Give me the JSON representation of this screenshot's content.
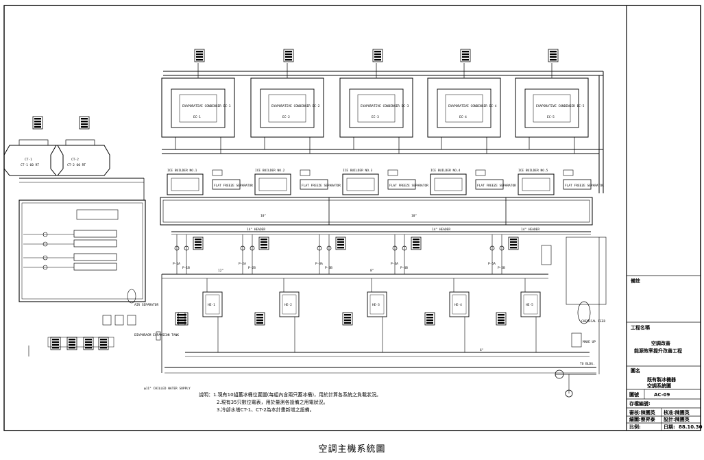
{
  "caption": "空調主機系統圖",
  "condensers": [
    {
      "name": "EVAPORATIVE CONDENSER EC-1",
      "tag": "EC-1"
    },
    {
      "name": "EVAPORATIVE CONDENSER EC-2",
      "tag": "EC-2"
    },
    {
      "name": "EVAPORATIVE CONDENSER EC-3",
      "tag": "EC-3"
    },
    {
      "name": "EVAPORATIVE CONDENSER EC-4",
      "tag": "EC-4"
    },
    {
      "name": "EVAPORATIVE CONDENSER EC-5",
      "tag": "EC-5"
    }
  ],
  "ice_builders": [
    {
      "name": "ICE BUILDER NO.1",
      "sep": "FLAT FREEZE SEPARATOR"
    },
    {
      "name": "ICE BUILDER NO.2",
      "sep": "FLAT FREEZE SEPARATOR"
    },
    {
      "name": "ICE BUILDER NO.3",
      "sep": "FLAT FREEZE SEPARATOR"
    },
    {
      "name": "ICE BUILDER NO.4",
      "sep": "FLAT FREEZE SEPARATOR"
    },
    {
      "name": "ICE BUILDER NO.5",
      "sep": "FLAT FREEZE SEPARATOR"
    }
  ],
  "heat_exchangers": [
    "HE-1",
    "HE-2",
    "HE-3",
    "HE-4",
    "HE-5"
  ],
  "cooling_towers": [
    {
      "tag": "CT-1",
      "spec": "CT-1 60 RT"
    },
    {
      "tag": "CT-2",
      "spec": "CT-2 60 RT"
    }
  ],
  "pump_labels": [
    "P-1A",
    "P-1B",
    "P-2A",
    "P-2B",
    "P-3A",
    "P-3B",
    "P-4A",
    "P-4B",
    "P-5A",
    "P-5B"
  ],
  "pipe_labels": {
    "header_left": "14\" HEADER",
    "header_mid": "14\" HEADER",
    "header_right": "14\" HEADER",
    "dn1": "10\"",
    "dn2": "10\"",
    "dn3": "12\"",
    "dn4": "8\"",
    "dn5": "6\""
  },
  "misc_labels": {
    "expansion_tank": "DIAPHRAGM EXPANSION TANK",
    "air_separator": "AIR SEPARATOR",
    "chem_feed": "CHEMICAL FEED",
    "make_up": "MAKE UP",
    "to_bldg": "TO BLDG.",
    "bottom_note": "φ11\" CHILLED WATER SUPPLY"
  },
  "notes": {
    "line1": "說明：1.現有10組蓄冰桶位置圖(每組內含兩只蓄冰桶)，用於計算各系統之負載狀況。",
    "line2": "2.現有35只數位電表，用於量測各設備之用電狀況。",
    "line3": "3.冷卻水塔CT-1、CT-2為本計畫新增之設備。"
  },
  "title_block": {
    "remarks_label": "備註",
    "project_label": "工程名稱",
    "project_name_1": "空調改善",
    "project_name_2": "能源效率提升改善工程",
    "drawing_label": "圖名",
    "drawing_name_1": "既有製冰機器",
    "drawing_name_2": "空調系統圖",
    "sheet_label": "圖號",
    "sheet_no": "AC-09",
    "approved_label": "核准:陳團英",
    "checked_label": "審核:陳團英",
    "drawn_label": "繪圖:蔡昇泰",
    "designed_label": "設計:陳團英",
    "file_label": "存檔編號:",
    "scale_label": "比例:",
    "date_label": "日期:",
    "date_value": "88.10.30"
  }
}
